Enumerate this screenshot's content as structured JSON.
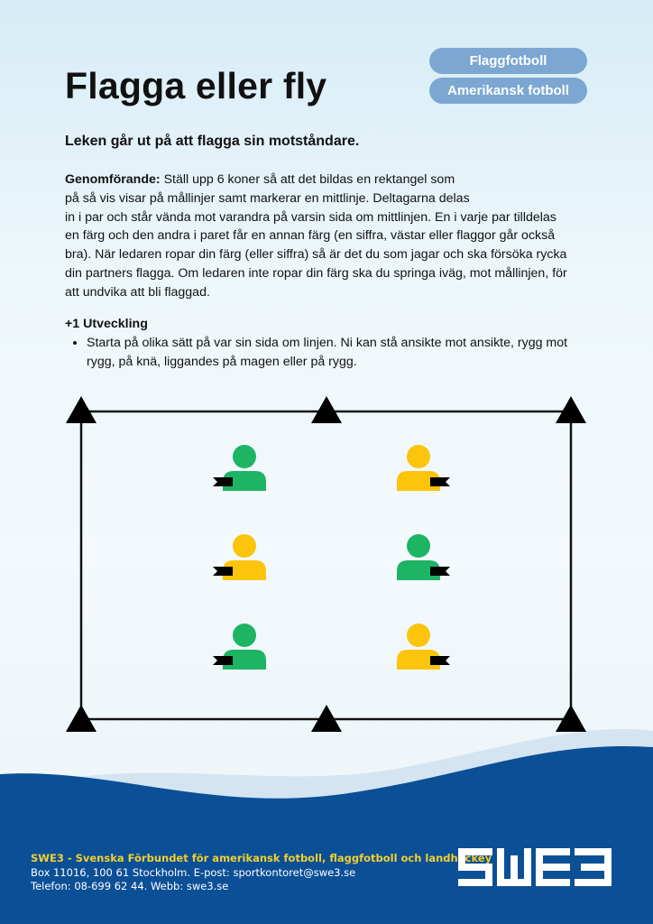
{
  "badges": [
    "Flaggfotboll",
    "Amerikansk fotboll"
  ],
  "title": "Flagga eller fly",
  "lead": "Leken går ut på att flagga sin motståndare.",
  "description": {
    "label": "Genomförande:",
    "lines": [
      " Ställ upp 6 koner så att det bildas en rektangel som",
      "på så vis visar på mållinjer samt markerar en mittlinje. Deltagarna delas",
      "in i par och står vända mot varandra på varsin sida om mittlinjen. En i varje par tilldelas",
      "en färg och den andra i paret får en annan färg (en siffra, västar eller flaggor går också",
      "bra). När ledaren ropar din färg (eller siffra) så är det du som jagar och ska försöka rycka",
      "din partners flagga. Om ledaren inte ropar din färg ska du springa iväg, mot mållinjen, för",
      "att undvika att bli flaggad."
    ]
  },
  "development": {
    "heading": "+1 Utveckling",
    "items": [
      "Starta på olika sätt på var sin sida om linjen. Ni kan stå ansikte mot ansikte, rygg mot rygg, på knä, liggandes på magen eller på rygg."
    ]
  },
  "colors": {
    "green": "#1db464",
    "yellow": "#fcc40a",
    "blue": "#0b4f96",
    "badge": "#7ba7d2"
  },
  "players": {
    "left": [
      "green",
      "yellow",
      "green"
    ],
    "right": [
      "yellow",
      "green",
      "yellow"
    ]
  },
  "footer": {
    "org": "SWE3 - Svenska Förbundet för amerikansk fotboll, flaggfotboll och landhockey",
    "address": "Box 11016, 100 61 Stockholm. E-post: sportkontoret@swe3.se",
    "phone": "Telefon: 08-699 62 44. Webb: swe3.se",
    "logo_text": "SWE3"
  }
}
